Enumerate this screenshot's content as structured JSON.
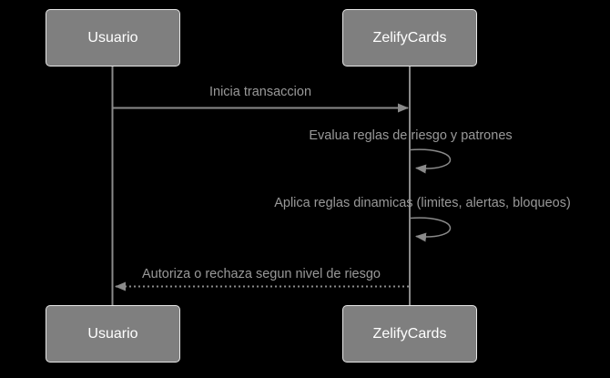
{
  "diagram": {
    "type": "sequence",
    "background_color": "#000000",
    "actor_fill_color": "#7f7f7f",
    "actor_border_color": "#e8e8e8",
    "actor_text_color": "#ffffff",
    "line_color": "#8a8a8a",
    "message_text_color": "#999999",
    "actors": [
      {
        "id": "usuario",
        "label": "Usuario"
      },
      {
        "id": "zelifycards",
        "label": "ZelifyCards"
      }
    ],
    "messages": [
      {
        "from": "Usuario",
        "to": "ZelifyCards",
        "label": "Inicia transaccion",
        "line_style": "solid",
        "arrow": "filled"
      },
      {
        "from": "ZelifyCards",
        "to": "ZelifyCards",
        "label": "Evalua reglas de riesgo y patrones",
        "line_style": "self-loop",
        "arrow": "filled"
      },
      {
        "from": "ZelifyCards",
        "to": "ZelifyCards",
        "label": "Aplica reglas dinamicas (limites, alertas, bloqueos)",
        "line_style": "self-loop",
        "arrow": "filled"
      },
      {
        "from": "ZelifyCards",
        "to": "Usuario",
        "label": "Autoriza o rechaza segun nivel de riesgo",
        "line_style": "dotted",
        "arrow": "filled"
      }
    ]
  }
}
